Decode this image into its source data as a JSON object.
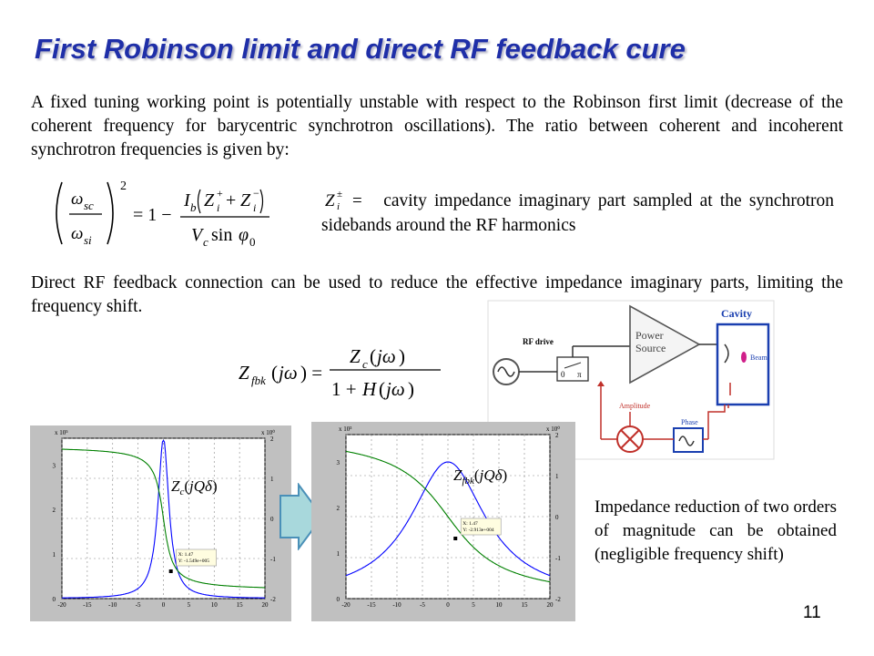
{
  "title": "First Robinson limit and direct RF feedback cure",
  "para1": "A fixed tuning working point is potentially unstable with respect to the Robinson first limit (decrease of the coherent frequency for barycentric synchrotron oscillations). The ratio between coherent and incoherent synchrotron frequencies is given by:",
  "zdef_text": "cavity impedance imaginary part sampled at the synchrotron sidebands around the RF harmonics",
  "para2": "Direct RF feedback connection can be used to reduce the effective impedance imaginary parts, limiting the frequency shift.",
  "reduction_text": "Impedance reduction of two orders of magnitude can be obtained (negligible frequency shift)",
  "page_number": "11",
  "diagram": {
    "rf_drive": "RF drive",
    "power_source": "Power Source",
    "cavity": "Cavity",
    "beam": "Beam",
    "amplitude": "Amplitude",
    "phase": "Phase",
    "switch_left": "0",
    "switch_right": "π"
  },
  "plot_left": {
    "x_ticks": [
      "-20",
      "-15",
      "-10",
      "-5",
      "0",
      "5",
      "10",
      "15",
      "20"
    ],
    "y_left_ticks": [
      "0",
      "1",
      "2",
      "3"
    ],
    "y_left_exp": "x 10⁵",
    "y_right_exp": "x 10⁰",
    "y_right_ticks": [
      "-2",
      "-1",
      "0",
      "1",
      "2"
    ],
    "label": "Z_c(jQδ)",
    "tip_x": "X: 1.47",
    "tip_y": "Y: -1.549e+005"
  },
  "plot_right": {
    "x_ticks": [
      "-20",
      "-15",
      "-10",
      "-5",
      "0",
      "5",
      "10",
      "15",
      "20"
    ],
    "y_left_ticks": [
      "0",
      "1",
      "2",
      "3"
    ],
    "y_left_exp": "x 10³",
    "y_right_exp": "x 10⁰",
    "y_right_ticks": [
      "-2",
      "-1",
      "0",
      "1",
      "2"
    ],
    "label": "Z_fbk(jQδ)",
    "tip_x": "X: 1.47",
    "tip_y": "Y: -2.913e+004"
  },
  "colors": {
    "title": "#1f2fa8",
    "arrow": "#a8d8dc",
    "plot_blue": "#0000ff",
    "plot_green": "#008000",
    "diagram_red": "#c0302a"
  }
}
